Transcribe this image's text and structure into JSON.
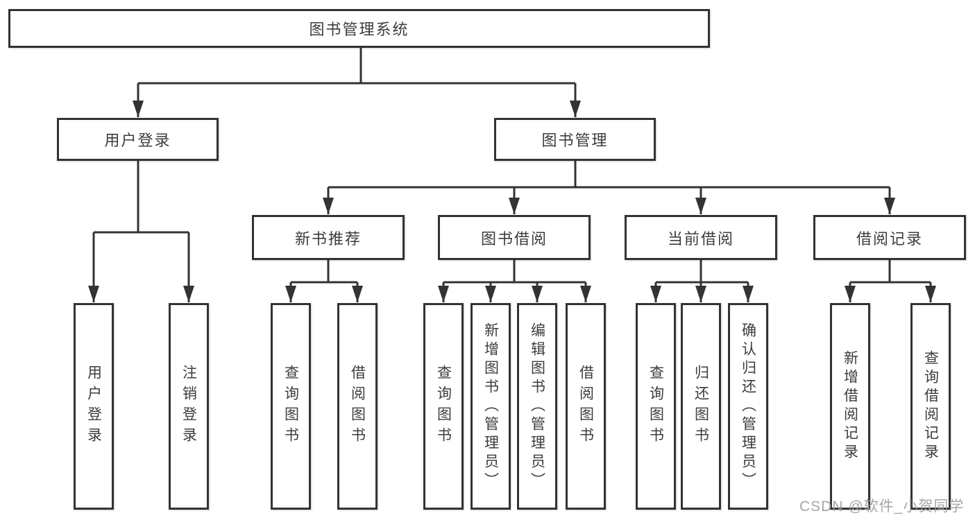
{
  "diagram_title": "图书管理系统",
  "nodes": {
    "root": {
      "label": "图书管理系统"
    },
    "userLogin": {
      "label": "用户登录"
    },
    "bookMgmt": {
      "label": "图书管理"
    },
    "newBookRec": {
      "label": "新书推荐"
    },
    "bookBorrow": {
      "label": "图书借阅"
    },
    "currentBorrow": {
      "label": "当前借阅"
    },
    "borrowRecord": {
      "label": "借阅记录"
    },
    "loginLeaf": {
      "label": "用户登录"
    },
    "logoutLeaf": {
      "label": "注销登录"
    },
    "queryBook1": {
      "label": "查询图书"
    },
    "borrowBook1": {
      "label": "借阅图书"
    },
    "queryBook2": {
      "label": "查询图书"
    },
    "addBook": {
      "label": "新增图书（管理员）"
    },
    "editBook": {
      "label": "编辑图书（管理员）"
    },
    "borrowBook2": {
      "label": "借阅图书"
    },
    "queryBook3": {
      "label": "查询图书"
    },
    "returnBook": {
      "label": "归还图书"
    },
    "confirmReturn": {
      "label": "确认归还（管理员）"
    },
    "addRecord": {
      "label": "新增借阅记录"
    },
    "queryRecord": {
      "label": "查询借阅记录"
    }
  },
  "hierarchy": [
    {
      "parent": "图书管理系统",
      "children": [
        "用户登录",
        "图书管理"
      ]
    },
    {
      "parent": "用户登录",
      "children": [
        "用户登录",
        "注销登录"
      ]
    },
    {
      "parent": "图书管理",
      "children": [
        "新书推荐",
        "图书借阅",
        "当前借阅",
        "借阅记录"
      ]
    },
    {
      "parent": "新书推荐",
      "children": [
        "查询图书",
        "借阅图书"
      ]
    },
    {
      "parent": "图书借阅",
      "children": [
        "查询图书",
        "新增图书（管理员）",
        "编辑图书（管理员）",
        "借阅图书"
      ]
    },
    {
      "parent": "当前借阅",
      "children": [
        "查询图书",
        "归还图书",
        "确认归还（管理员）"
      ]
    },
    {
      "parent": "借阅记录",
      "children": [
        "新增借阅记录",
        "查询借阅记录"
      ]
    }
  ],
  "watermark": {
    "text": "CSDN @软件_小贺同学"
  },
  "colors": {
    "line": "#333333",
    "box_border": "#333333",
    "box_fill": "#ffffff",
    "text": "#3c3c3c",
    "watermark": "#9b9b9b",
    "background": "#ffffff"
  }
}
